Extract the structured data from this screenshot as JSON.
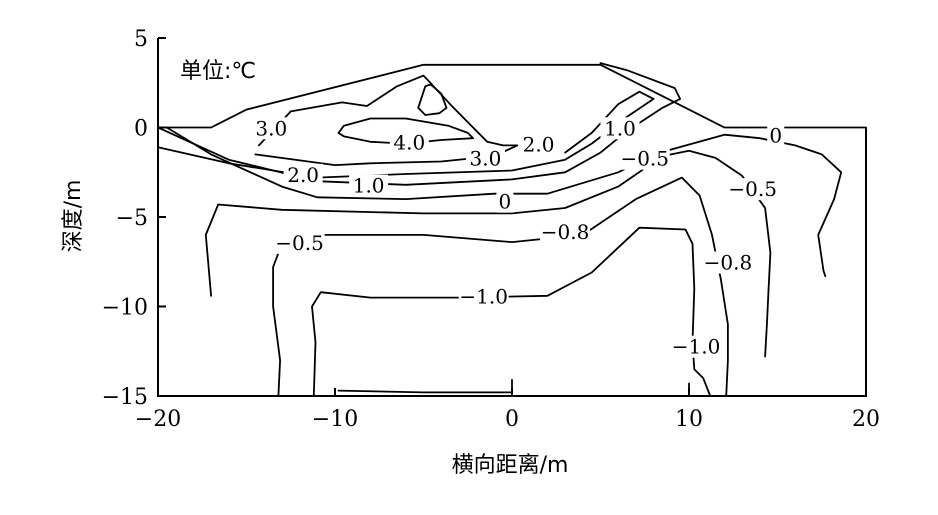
{
  "chart_data": {
    "type": "contour",
    "title": "",
    "xlabel": "横向距离/m",
    "ylabel": "深度/m",
    "unit_note": "单位:℃",
    "xlim": [
      -20,
      20
    ],
    "ylim": [
      -15,
      5
    ],
    "xticks": [
      "−20",
      "−10",
      "0",
      "10",
      "20"
    ],
    "yticks": [
      "5",
      "0",
      "−5",
      "−10",
      "−15"
    ],
    "xtick_values": [
      -20,
      -10,
      0,
      10,
      20
    ],
    "ytick_values": [
      5,
      0,
      -5,
      -10,
      -15
    ],
    "ground_surface": [
      [
        -20,
        0
      ],
      [
        -17,
        0
      ],
      [
        -15,
        1
      ],
      [
        -5,
        3.5
      ],
      [
        5,
        3.5
      ],
      [
        10,
        1
      ],
      [
        12,
        0
      ],
      [
        17,
        0
      ],
      [
        20,
        0
      ]
    ],
    "contours": [
      {
        "level": "4.0",
        "points": [
          [
            -9.8,
            -0.3
          ],
          [
            -9.5,
            0.1
          ],
          [
            -8,
            0.5
          ],
          [
            -6,
            0.5
          ],
          [
            -3.6,
            0.1
          ],
          [
            -2.5,
            -0.3
          ],
          [
            -2.2,
            -0.6
          ],
          [
            -4,
            -0.7
          ],
          [
            -6,
            -0.9
          ],
          [
            -8,
            -0.8
          ],
          [
            -9.5,
            -0.5
          ],
          [
            -9.8,
            -0.3
          ]
        ]
      },
      {
        "level": "4.0",
        "points": [
          [
            -5.3,
            1.1
          ],
          [
            -4.9,
            2.3
          ],
          [
            -4.6,
            2.4
          ],
          [
            -4,
            1.9
          ],
          [
            -3.7,
            1.1
          ],
          [
            -4.1,
            0.8
          ],
          [
            -4.9,
            0.7
          ],
          [
            -5.3,
            1.1
          ]
        ]
      },
      {
        "level": "3.0",
        "points": [
          [
            -14.3,
            -1.0
          ],
          [
            -12.5,
            0.9
          ],
          [
            -9.6,
            1.4
          ],
          [
            -8.2,
            1.2
          ],
          [
            -6.5,
            2.3
          ],
          [
            -5,
            2.9
          ],
          [
            -4.8,
            2.7
          ],
          [
            -3.5,
            1.3
          ],
          [
            -1.4,
            -0.8
          ],
          [
            -0.5,
            -1.0
          ],
          [
            0.3,
            -1.0
          ],
          [
            -1,
            -1.6
          ],
          [
            -4,
            -1.9
          ],
          [
            -8,
            -2.0
          ],
          [
            -10,
            -2.1
          ],
          [
            -14.5,
            -1.5
          ]
        ]
      },
      {
        "level": "2.0",
        "points": [
          [
            -20,
            -1.1
          ],
          [
            -16,
            -2.0
          ],
          [
            -11,
            -2.8
          ],
          [
            -6,
            -2.6
          ],
          [
            0,
            -2.4
          ],
          [
            3,
            -1.8
          ],
          [
            4.5,
            -0.9
          ],
          [
            6.5,
            0.6
          ],
          [
            8,
            1.6
          ],
          [
            7.2,
            2.0
          ],
          [
            6,
            1.3
          ],
          [
            4.5,
            -0.3
          ],
          [
            3,
            -1.4
          ]
        ]
      },
      {
        "level": "1.0",
        "points": [
          [
            -20,
            0
          ],
          [
            -16,
            -1.8
          ],
          [
            -11,
            -3.0
          ],
          [
            -6,
            -3.2
          ],
          [
            0,
            -2.9
          ],
          [
            3,
            -2.5
          ],
          [
            5,
            -1.4
          ],
          [
            6.5,
            -0.2
          ],
          [
            8.5,
            1.1
          ],
          [
            9.5,
            1.6
          ],
          [
            9.2,
            2.2
          ],
          [
            6.5,
            3.2
          ],
          [
            5,
            3.6
          ]
        ]
      },
      {
        "level": "0",
        "points": [
          [
            -19.5,
            0
          ],
          [
            -17,
            -1.5
          ],
          [
            -13,
            -3.3
          ],
          [
            -11,
            -3.9
          ],
          [
            -6,
            -4.0
          ],
          [
            -1,
            -3.7
          ],
          [
            2,
            -3.7
          ],
          [
            6,
            -2.5
          ],
          [
            8,
            -1.5
          ],
          [
            12,
            -0.4
          ],
          [
            14,
            -0.6
          ],
          [
            16,
            -1.0
          ],
          [
            17.5,
            -1.5
          ],
          [
            18.6,
            -2.5
          ],
          [
            18.2,
            -4
          ],
          [
            17.3,
            -6
          ],
          [
            17.6,
            -8
          ],
          [
            17.7,
            -8.3
          ]
        ]
      },
      {
        "level": "−0.5",
        "points": [
          [
            -17.0,
            -9.4
          ],
          [
            -17.3,
            -6.0
          ],
          [
            -16.6,
            -4.3
          ],
          [
            -13,
            -4.6
          ],
          [
            -5,
            -4.8
          ],
          [
            0,
            -4.8
          ],
          [
            3,
            -4.5
          ],
          [
            6,
            -3.3
          ],
          [
            8.5,
            -1.6
          ],
          [
            10,
            -1.3
          ],
          [
            11.5,
            -1.7
          ],
          [
            13,
            -2.7
          ],
          [
            14.3,
            -4.5
          ],
          [
            14.6,
            -7
          ],
          [
            14.5,
            -9
          ],
          [
            14.4,
            -11
          ],
          [
            14.3,
            -12.8
          ]
        ]
      },
      {
        "level": "−0.8",
        "points": [
          [
            -13.2,
            -15
          ],
          [
            -13.1,
            -13
          ],
          [
            -13.5,
            -10
          ],
          [
            -13.5,
            -7.8
          ],
          [
            -13,
            -6.5
          ],
          [
            -11,
            -6.0
          ],
          [
            -5,
            -6.0
          ],
          [
            0,
            -6.4
          ],
          [
            4,
            -6.0
          ],
          [
            7,
            -4.0
          ],
          [
            9.6,
            -2.8
          ],
          [
            10.6,
            -3.8
          ],
          [
            11.3,
            -6
          ],
          [
            11.8,
            -8.5
          ],
          [
            12.2,
            -11
          ],
          [
            12.2,
            -13
          ],
          [
            12.1,
            -15
          ]
        ]
      },
      {
        "level": "−1.0",
        "points": [
          [
            -11.2,
            -15
          ],
          [
            -11.1,
            -12
          ],
          [
            -11.3,
            -10
          ],
          [
            -10.8,
            -9.2
          ],
          [
            -8,
            -9.5
          ],
          [
            -3,
            -9.5
          ],
          [
            2,
            -9.4
          ],
          [
            4.5,
            -8.1
          ],
          [
            7.2,
            -5.6
          ],
          [
            9.8,
            -5.7
          ],
          [
            10.2,
            -6.5
          ],
          [
            10.3,
            -9
          ],
          [
            10.2,
            -12
          ],
          [
            10.3,
            -13.5
          ],
          [
            10.8,
            -14
          ],
          [
            11.2,
            -15
          ]
        ]
      },
      {
        "level": "−1.0",
        "points": [
          [
            -9.8,
            -14.7
          ],
          [
            -5,
            -14.8
          ],
          [
            0,
            -14.8
          ]
        ]
      },
      {
        "level": "−1.0",
        "points": [
          [
            10,
            -14.3
          ],
          [
            10,
            -15
          ]
        ]
      },
      {
        "level": "−1.0",
        "points": [
          [
            0,
            -14.1
          ],
          [
            0,
            -15
          ]
        ]
      }
    ],
    "contour_labels": [
      {
        "text": "4.0",
        "x": -5.8,
        "y": -0.9
      },
      {
        "text": "3.0",
        "x": -13.6,
        "y": -0.1
      },
      {
        "text": "3.0",
        "x": -1.5,
        "y": -1.8
      },
      {
        "text": "2.0",
        "x": 1.5,
        "y": -1.0
      },
      {
        "text": "1.0",
        "x": 6.1,
        "y": -0.1
      },
      {
        "text": "2.0",
        "x": -11.8,
        "y": -2.7
      },
      {
        "text": "1.0",
        "x": -8.1,
        "y": -3.3
      },
      {
        "text": "0",
        "x": -0.4,
        "y": -4.2
      },
      {
        "text": "0",
        "x": 14.9,
        "y": -0.5
      },
      {
        "text": "−0.5",
        "x": 7.5,
        "y": -1.8
      },
      {
        "text": "−0.5",
        "x": 13.6,
        "y": -3.5
      },
      {
        "text": "−0.5",
        "x": -12.0,
        "y": -6.5
      },
      {
        "text": "−0.8",
        "x": 3.0,
        "y": -5.9
      },
      {
        "text": "−0.8",
        "x": 12.2,
        "y": -7.6
      },
      {
        "text": "−1.0",
        "x": -1.6,
        "y": -9.5
      },
      {
        "text": "−1.0",
        "x": 10.4,
        "y": -12.3
      }
    ]
  }
}
